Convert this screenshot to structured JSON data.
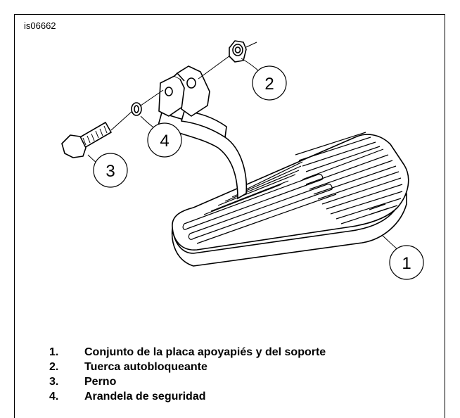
{
  "figure": {
    "id": "is06662"
  },
  "callouts": [
    {
      "number": "1"
    },
    {
      "number": "2"
    },
    {
      "number": "3"
    },
    {
      "number": "4"
    }
  ],
  "legend": [
    {
      "number": "1.",
      "label": "Conjunto de la placa apoyapiés y del soporte"
    },
    {
      "number": "2.",
      "label": "Tuerca autobloqueante"
    },
    {
      "number": "3.",
      "label": "Perno"
    },
    {
      "number": "4.",
      "label": "Arandela de seguridad"
    }
  ]
}
